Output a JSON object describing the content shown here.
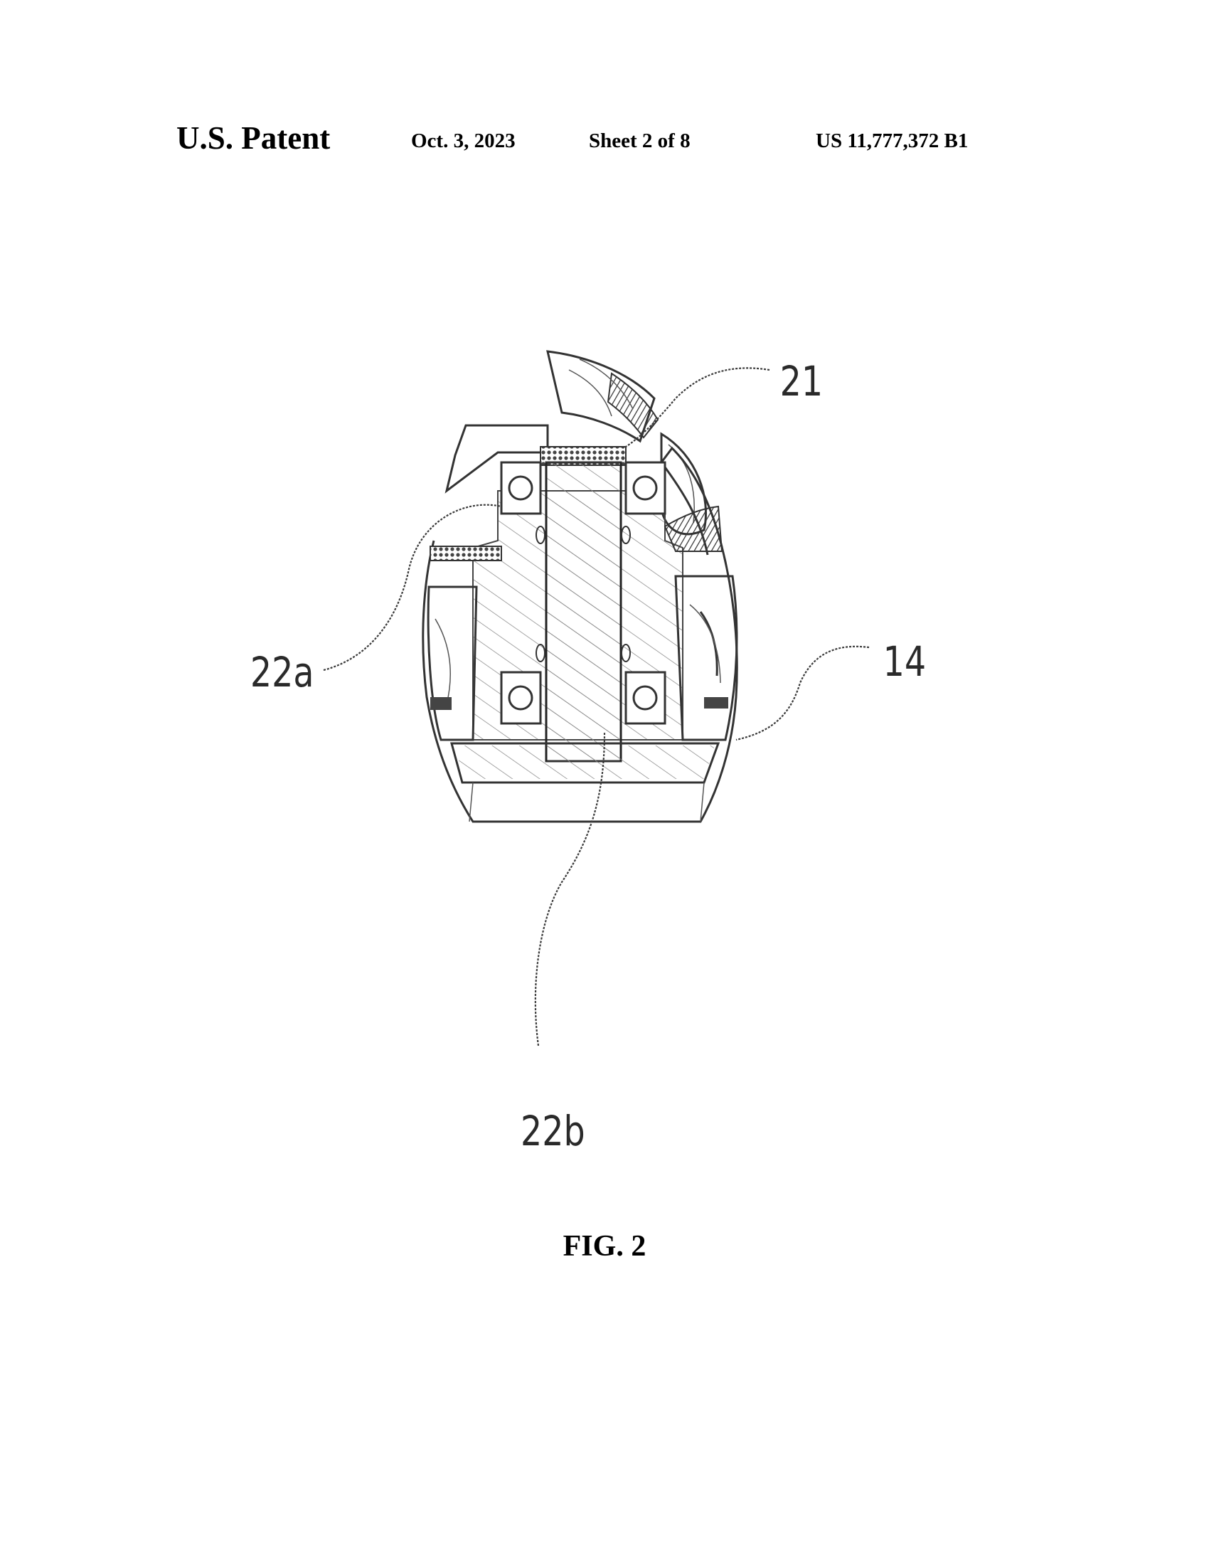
{
  "header": {
    "left": "U.S. Patent",
    "date": "Oct. 3, 2023",
    "sheet": "Sheet 2 of 8",
    "number": "US 11,777,372 B1"
  },
  "figure": {
    "caption": "FIG. 2",
    "labels": {
      "r21": "21",
      "r22a": "22a",
      "r14": "14",
      "r22b": "22b"
    }
  }
}
